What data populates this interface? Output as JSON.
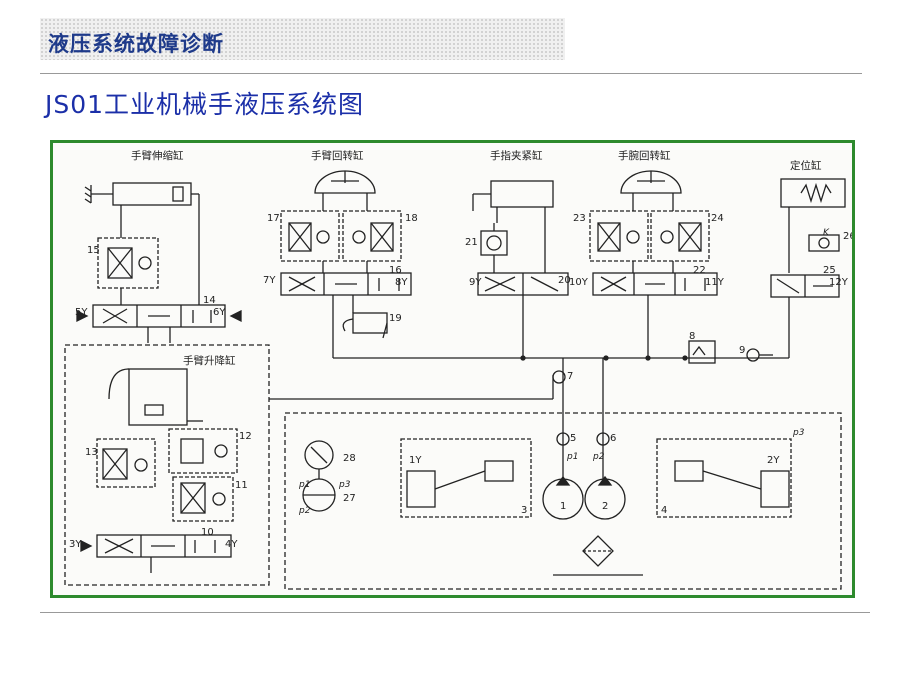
{
  "header": {
    "title": "液压系统故障诊断"
  },
  "page": {
    "subtitle": "JS01工业机械手液压系统图"
  },
  "diagram": {
    "cylinder_labels": {
      "arm_extend": "手臂伸缩缸",
      "arm_rotate": "手臂回转缸",
      "finger_clamp": "手指夹紧缸",
      "wrist_rotate": "手腕回转缸",
      "positioning": "定位缸",
      "arm_lift": "手臂升降缸"
    },
    "component_numbers": [
      "1",
      "2",
      "3",
      "4",
      "5",
      "6",
      "7",
      "8",
      "9",
      "10",
      "11",
      "12",
      "13",
      "14",
      "15",
      "16",
      "17",
      "18",
      "19",
      "20",
      "21",
      "22",
      "23",
      "24",
      "25",
      "26",
      "27",
      "28"
    ],
    "solenoid_labels": [
      "1Y",
      "2Y",
      "3Y",
      "4Y",
      "5Y",
      "6Y",
      "7Y",
      "8Y",
      "9Y",
      "10Y",
      "11Y",
      "12Y"
    ],
    "pressure_labels": {
      "p1": "p1",
      "p2": "p2",
      "p3": "p3",
      "gauge_p1": "p1",
      "gauge_p2": "p2",
      "gauge_p3": "p3"
    },
    "misc": {
      "k": "K"
    }
  }
}
